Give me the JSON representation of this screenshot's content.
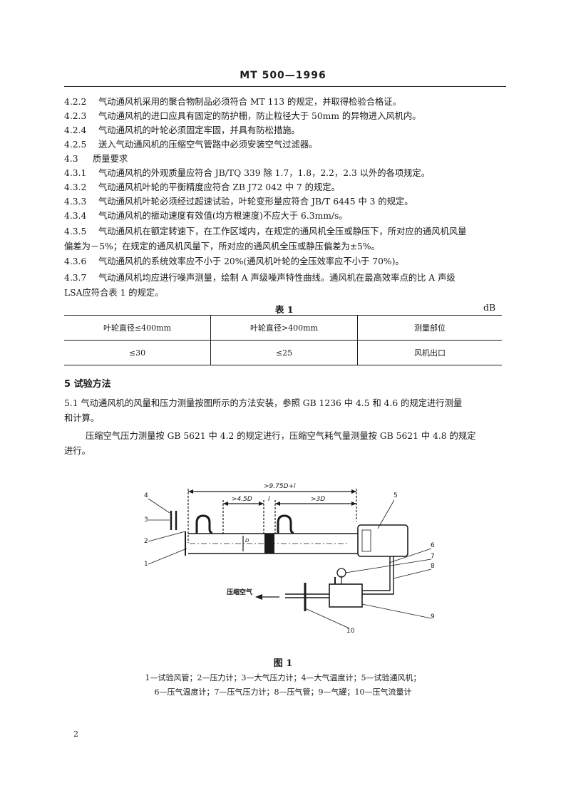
{
  "header": {
    "title": "MT 500—1996"
  },
  "clauses": [
    {
      "num": "4.2.2",
      "text": "气动通风机采用的聚合物制品必须符合 MT 113 的规定，并取得检验合格证。"
    },
    {
      "num": "4.2.3",
      "text": "气动通风机的进口应具有固定的防护栅，防止粒径大于 50mm 的异物进入风机内。"
    },
    {
      "num": "4.2.4",
      "text": "气动通风机的叶轮必须固定牢固，并具有防松措施。"
    },
    {
      "num": "4.2.5",
      "text": "送入气动通风机的压缩空气管路中必须安装空气过滤器。"
    },
    {
      "num": "4.3",
      "text": "质量要求"
    },
    {
      "num": "4.3.1",
      "text": "气动通风机的外观质量应符合 JB/TQ 339 除 1.7，1.8，2.2，2.3 以外的各项规定。"
    },
    {
      "num": "4.3.2",
      "text": "气动通风机叶轮的平衡精度应符合 ZB J72 042 中 7 的规定。"
    },
    {
      "num": "4.3.3",
      "text": "气动通风机叶轮必须经过超速试验，叶轮变形量应符合 JB/T 6445 中 3 的规定。"
    },
    {
      "num": "4.3.4",
      "text": "气动通风机的振动速度有效值(均方根速度)不应大于 6.3mm/s。"
    },
    {
      "num": "4.3.5",
      "text": "气动通风机在额定转速下，在工作区域内，在规定的通风机全压或静压下，所对应的通风机风量"
    },
    {
      "num": "",
      "text": "偏差为－5%；在规定的通风机风量下，所对应的通风机全压或静压偏差为±5%。"
    },
    {
      "num": "4.3.6",
      "text": "气动通风机的系统效率应不小于 20%(通风机叶轮的全压效率应不小于 70%)。"
    },
    {
      "num": "4.3.7",
      "text": "气动通风机均应进行噪声测量，绘制 A 声级噪声特性曲线。通风机在最高效率点的比 A 声级"
    },
    {
      "num": "",
      "text": "LSA应符合表 1 的规定。"
    }
  ],
  "table1": {
    "caption": "表 1",
    "unit": "dB",
    "headers": [
      "叶轮直径≤400mm",
      "叶轮直径>400mm",
      "测量部位"
    ],
    "row": [
      "≤30",
      "≤25",
      "风机出口"
    ]
  },
  "section5": {
    "title": "5  试验方法",
    "p1_line1": "5.1  气动通风机的风量和压力测量按图所示的方法安装，参照 GB 1236 中 4.5 和 4.6 的规定进行测量",
    "p1_line2": "和计算。",
    "p2_line1": "压缩空气压力测量按 GB 5621 中 4.2 的规定进行，压缩空气耗气量测量按 GB 5621 中 4.8 的规定",
    "p2_line2": "进行。"
  },
  "figure": {
    "dim_total": ">9.75D+l",
    "dim_left": ">4.5D",
    "dim_mid": "l",
    "dim_right": ">3D",
    "d_label": "D",
    "air_label": "压缩空气",
    "callouts": [
      "1",
      "2",
      "3",
      "4",
      "5",
      "6",
      "7",
      "8",
      "9",
      "10"
    ],
    "title": "图 1",
    "legend_line1": "1—试验风管；2—压力计；3—大气压力计；4—大气温度计；5—试验通风机；",
    "legend_line2": "6—压气温度计；7—压气压力计；8—压气管；9—气罐；10—压气流量计"
  },
  "page_number": "2"
}
